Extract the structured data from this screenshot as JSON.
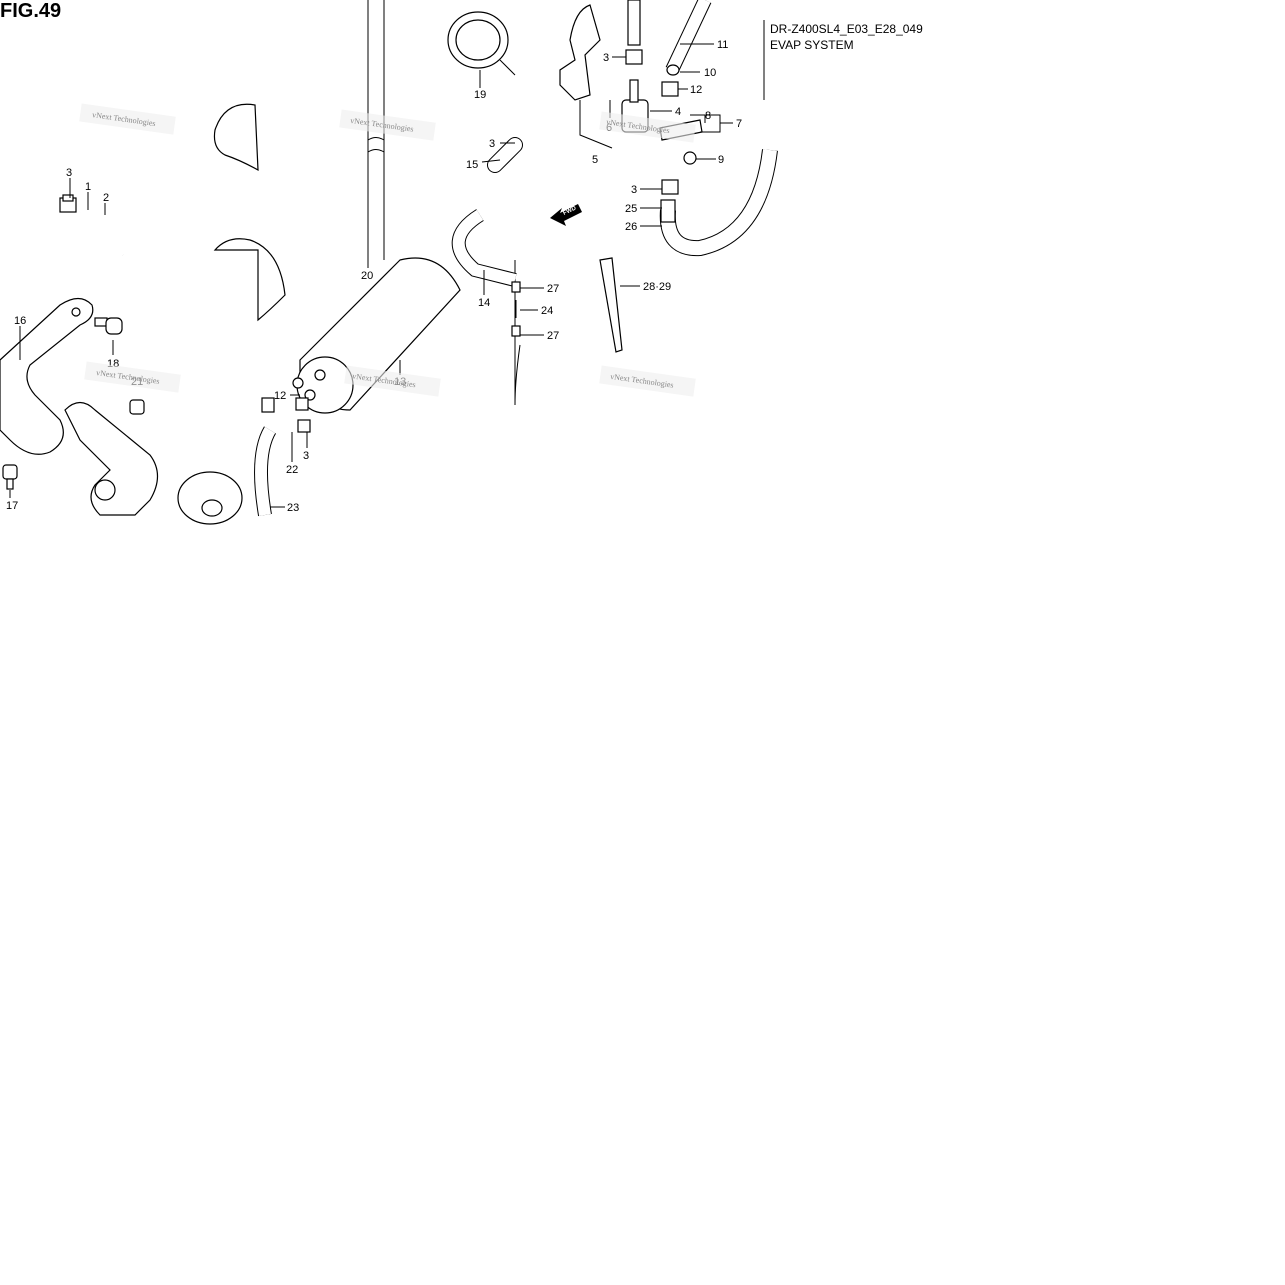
{
  "figure": {
    "title": "FIG.49",
    "code": "DR-Z400SL4_E03_E28_049",
    "system_name": "EVAP SYSTEM"
  },
  "direction_marker": "FWD",
  "watermark": "vNext Technologies",
  "callouts": {
    "p1": "1",
    "p2": "2",
    "p3a": "3",
    "p3b": "3",
    "p3c": "3",
    "p3d": "3",
    "p3e": "3",
    "p4": "4",
    "p5": "5",
    "p6": "6",
    "p7": "7",
    "p8": "8",
    "p9": "9",
    "p10": "10",
    "p11": "11",
    "p12a": "12",
    "p12b": "12",
    "p13": "13",
    "p14": "14",
    "p15": "15",
    "p16": "16",
    "p17": "17",
    "p18": "18",
    "p19": "19",
    "p20": "20",
    "p21": "21",
    "p22": "22",
    "p23": "23",
    "p24": "24",
    "p25": "25",
    "p26": "26",
    "p27a": "27",
    "p27b": "27",
    "p2829": "28·29"
  }
}
